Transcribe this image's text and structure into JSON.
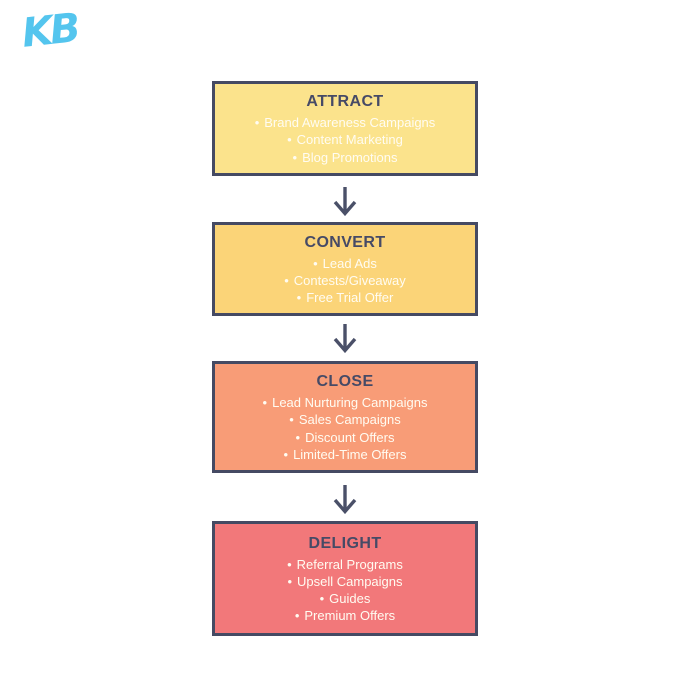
{
  "logo": {
    "text": "KB",
    "color": "#54c5ee"
  },
  "funnel": {
    "bullet": "•",
    "border_color": "#454a63",
    "title_color": "#464a66",
    "item_color": "#fffcf2",
    "arrow_color": "#4a5068",
    "stages": [
      {
        "title": "ATTRACT",
        "fill": "#fbe38c",
        "items": [
          "Brand Awareness Campaigns",
          "Content Marketing",
          "Blog Promotions"
        ]
      },
      {
        "title": "CONVERT",
        "fill": "#fbd478",
        "items": [
          "Lead Ads",
          "Contests/Giveaway",
          "Free Trial Offer"
        ]
      },
      {
        "title": "CLOSE",
        "fill": "#f89c77",
        "items": [
          "Lead Nurturing Campaigns",
          "Sales Campaigns",
          "Discount Offers",
          "Limited-Time Offers"
        ]
      },
      {
        "title": "DELIGHT",
        "fill": "#f2787a",
        "items": [
          "Referral Programs",
          "Upsell Campaigns",
          "Guides",
          "Premium Offers"
        ]
      }
    ]
  }
}
